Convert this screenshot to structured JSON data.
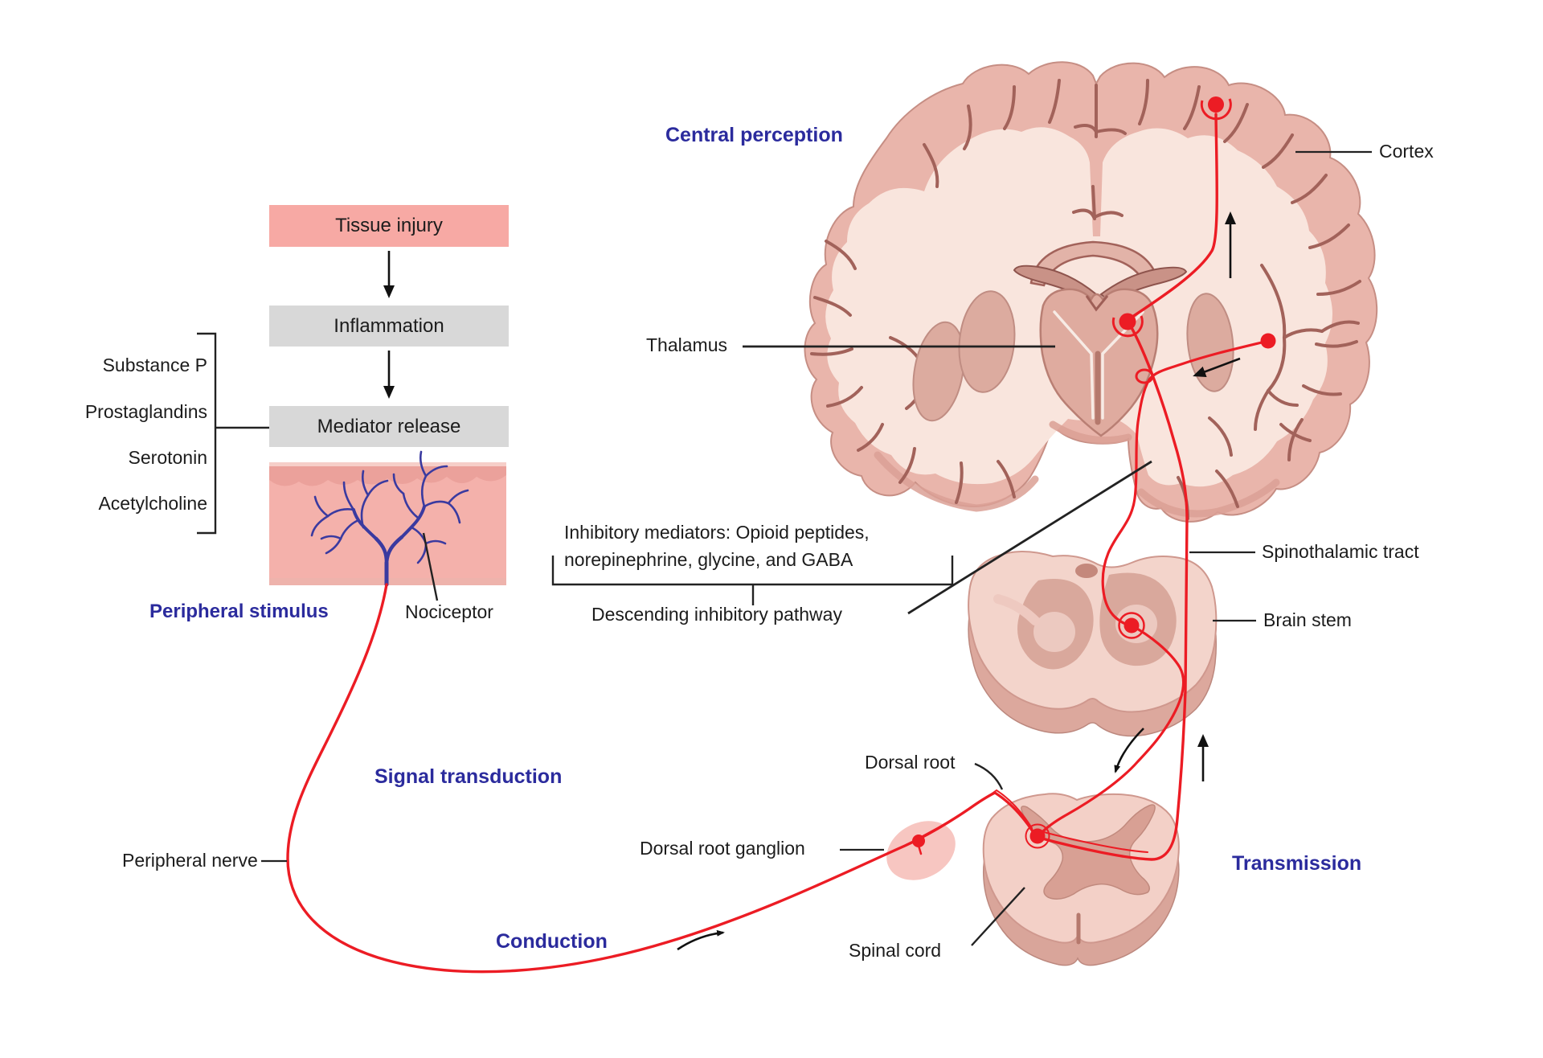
{
  "colors": {
    "accent_red": "#ec1c24",
    "label_blue": "#2b2b9d",
    "box_pink": "#f7a9a4",
    "box_gray": "#d8d8d8",
    "brain_cortex": "#e9b5ab",
    "brain_white_matter": "#f9e5dd"
  },
  "flowchart": {
    "tissue_injury": "Tissue injury",
    "inflammation": "Inflammation",
    "mediator_release": "Mediator release"
  },
  "mediators": {
    "items": [
      "Substance P",
      "Prostaglandins",
      "Serotonin",
      "Acetylcholine"
    ]
  },
  "stages": {
    "peripheral_stimulus": "Peripheral stimulus",
    "signal_transduction": "Signal transduction",
    "conduction": "Conduction",
    "transmission": "Transmission",
    "central_perception": "Central perception"
  },
  "anatomy": {
    "nociceptor": "Nociceptor",
    "cortex": "Cortex",
    "thalamus": "Thalamus",
    "spinothalamic_tract": "Spinothalamic tract",
    "brain_stem": "Brain stem",
    "dorsal_root": "Dorsal root",
    "dorsal_root_ganglion": "Dorsal root ganglion",
    "spinal_cord": "Spinal cord",
    "peripheral_nerve": "Peripheral nerve"
  },
  "inhibitory": {
    "line1": "Inhibitory mediators: Opioid peptides,",
    "line2": "norepinephrine, glycine, and GABA",
    "pathway_label": "Descending inhibitory pathway"
  }
}
